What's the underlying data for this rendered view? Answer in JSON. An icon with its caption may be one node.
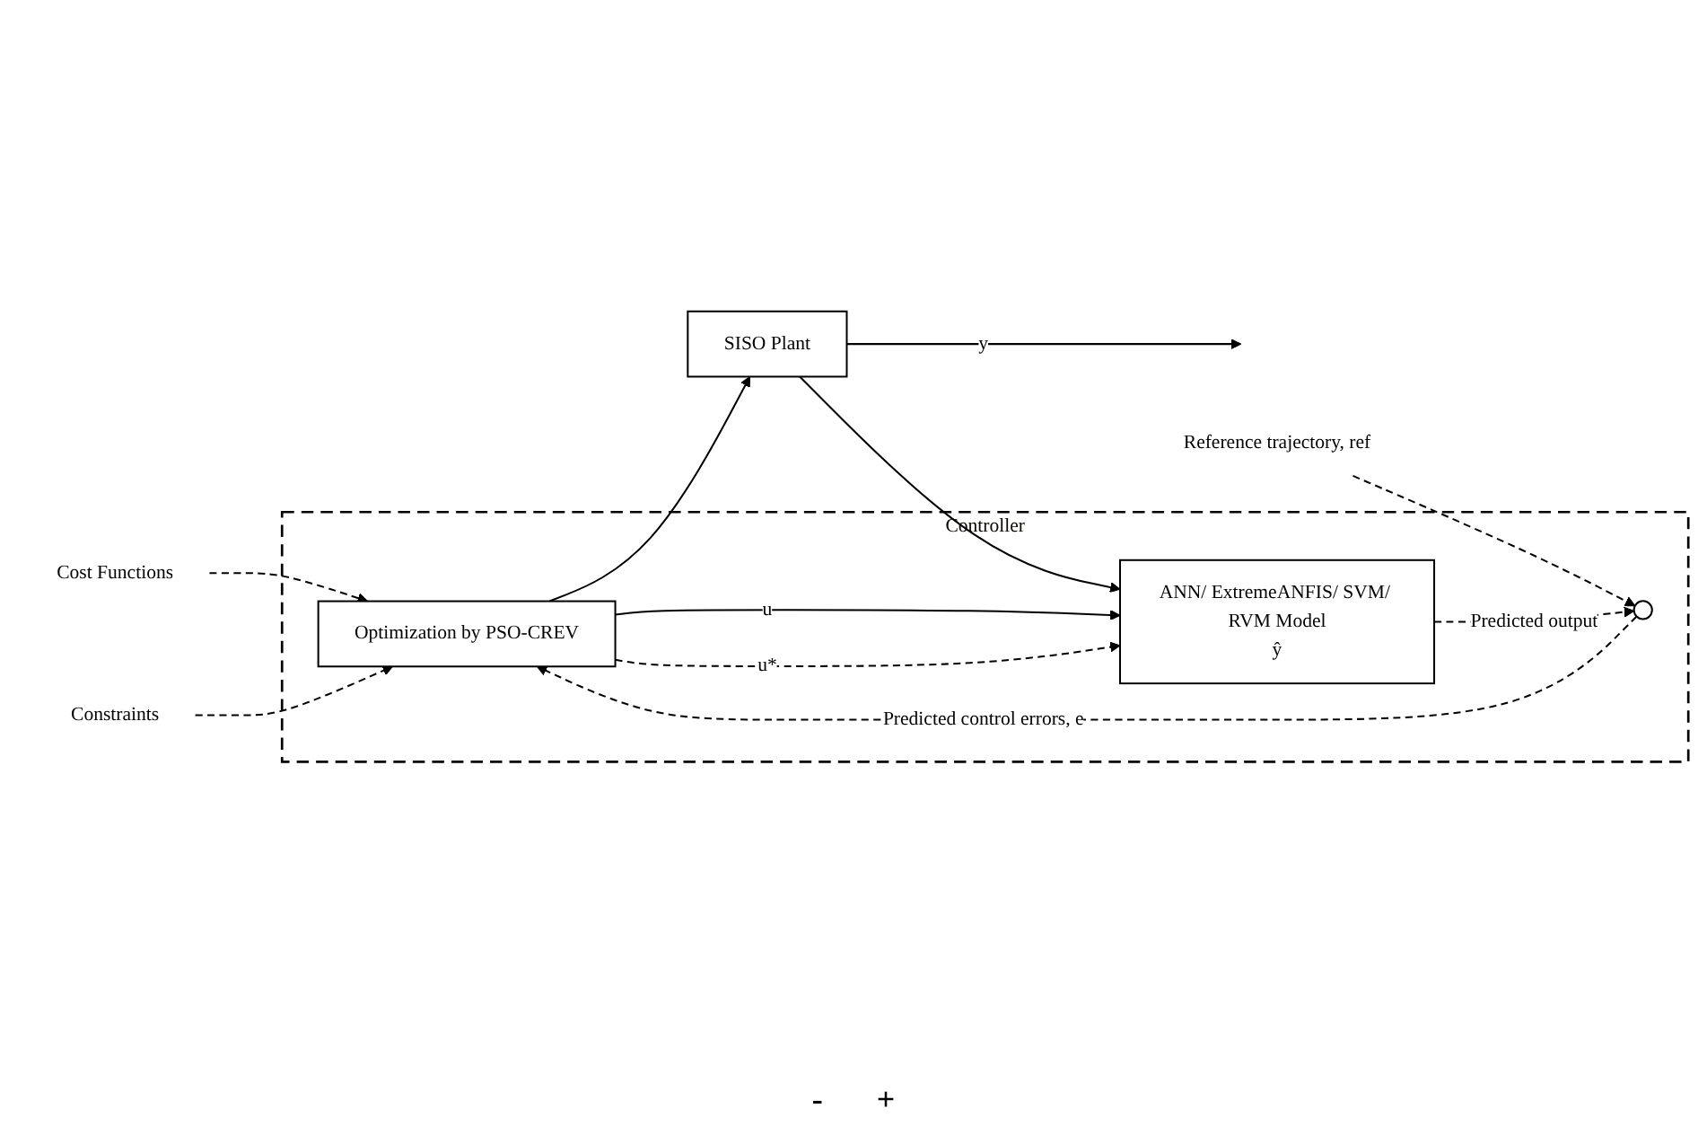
{
  "diagram": {
    "nodes": [
      {
        "text": [
          "Controller"
        ]
      },
      {
        "text": [
          "Cost Functions"
        ]
      },
      {
        "text": [
          "Constraints"
        ]
      },
      {
        "text": [
          "SISO Plant"
        ]
      },
      {
        "text": [
          "Optimization by PSO-CREV"
        ],
        "in": 0
      },
      {
        "text": [
          "ANN/ ExtremeANFIS/ SVM/ RVM Model",
          "ŷ"
        ],
        "in": 0
      },
      {
        "text": [],
        "shape": "circle",
        "in": 0
      },
      {
        "text": [
          "Reference trajectory, ref"
        ]
      }
    ],
    "edges": [
      {
        "from": 1,
        "to": 4,
        "arrow": "to",
        "style": "dashed"
      },
      {
        "from": 2,
        "to": 4,
        "arrow": "to",
        "style": "dashed"
      },
      {
        "from": 4,
        "to": 3,
        "arrow": "to"
      },
      {
        "from": 4,
        "to": 5,
        "label": "u",
        "arrow": "to"
      },
      {
        "from": 3,
        "to": null,
        "label": "y",
        "arrow": "to"
      },
      {
        "from": 3,
        "to": 5,
        "arrow": "to"
      },
      {
        "from": 4,
        "to": 5,
        "label": "u*",
        "arrow": "to",
        "style": "dashed"
      },
      {
        "from": 5,
        "to": 6,
        "label": "Predicted output",
        "arrow": "to",
        "style": "dashed"
      },
      {
        "from": 6,
        "to": 4,
        "label": "Predicted control errors, e",
        "arrow": "to",
        "style": "dashed"
      },
      {
        "from": 7,
        "to": 6,
        "arrow": "to",
        "style": "dashed"
      }
    ],
    "labels": [
      "-",
      "+"
    ]
  }
}
